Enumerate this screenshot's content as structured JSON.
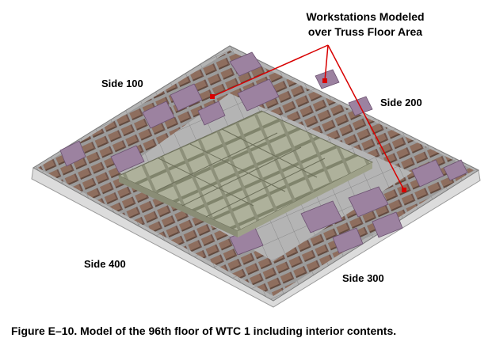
{
  "callout": {
    "line1": "Workstations Modeled",
    "line2": "over Truss Floor Area"
  },
  "sides": {
    "side100": "Side 100",
    "side200": "Side 200",
    "side300": "Side 300",
    "side400": "Side 400"
  },
  "caption": "Figure E–10.  Model of the 96th floor of WTC 1 including interior contents.",
  "colors": {
    "floor_slab": "#a8a8a8",
    "slab_edge": "#e4e4e4",
    "workstation_desk": "#8c6a5a",
    "workstation_partition": "#9a7f9c",
    "core_walls": "#9ea189",
    "callout_line": "#d80000"
  }
}
